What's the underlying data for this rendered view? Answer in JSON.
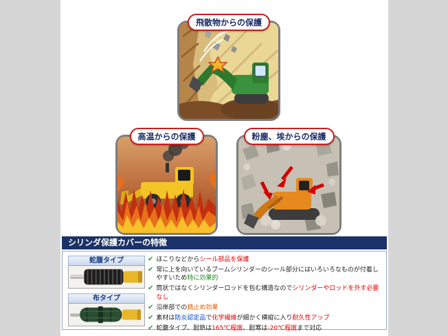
{
  "colors": {
    "page_bg": "#d6d6d6",
    "content_bg": "#ffffff",
    "header_bg": "#1b3268",
    "badge_border": "#c61f1f",
    "badge_text": "#1b2d66",
    "check_green": "#2f9e2f",
    "highlight_red": "#e00000",
    "highlight_green": "#1f8a1f",
    "highlight_blue": "#0044cc",
    "highlight_orange": "#e05a00"
  },
  "icons": {
    "check": "✔"
  },
  "cards": {
    "debris": {
      "title": "飛散物からの保護"
    },
    "heat": {
      "title": "高温からの保護"
    },
    "dust": {
      "title": "粉塵、埃からの保護"
    }
  },
  "features": {
    "header": "シリンダ保護カバーの特徴",
    "products": [
      {
        "label": "蛇腹タイプ"
      },
      {
        "label": "布タイプ"
      }
    ],
    "bullets": [
      {
        "segments": [
          {
            "text": "ほこりなどから",
            "color": "plain"
          },
          {
            "text": "シール部品を保護",
            "color": "red"
          }
        ]
      },
      {
        "segments": [
          {
            "text": "常に上を向いているブームシリンダーのシール部分にはいろいろなものが付着しやすいため",
            "color": "plain"
          },
          {
            "text": "特に効果的",
            "color": "green"
          }
        ]
      },
      {
        "segments": [
          {
            "text": "筒状ではなくシリンダーロッドを包む構造なので",
            "color": "plain"
          },
          {
            "text": "シリンダーやロッドを外す必要なし",
            "color": "red"
          }
        ]
      },
      {
        "segments": [
          {
            "text": "沿岸部での",
            "color": "plain"
          },
          {
            "text": "錆止め効果",
            "color": "orange"
          }
        ]
      },
      {
        "segments": [
          {
            "text": "素材は",
            "color": "plain"
          },
          {
            "text": "防炎認定品",
            "color": "blue"
          },
          {
            "text": "で",
            "color": "plain"
          },
          {
            "text": "化学繊維",
            "color": "red"
          },
          {
            "text": "が細かく横縦に入り",
            "color": "plain"
          },
          {
            "text": "耐久性アップ",
            "color": "red"
          }
        ]
      },
      {
        "segments": [
          {
            "text": "蛇腹タイプ、耐熱は",
            "color": "plain"
          },
          {
            "text": "165℃程度",
            "color": "red"
          },
          {
            "text": "、耐寒は",
            "color": "plain"
          },
          {
            "text": "-20℃程度",
            "color": "red"
          },
          {
            "text": "まで対応",
            "color": "plain"
          }
        ]
      }
    ]
  }
}
